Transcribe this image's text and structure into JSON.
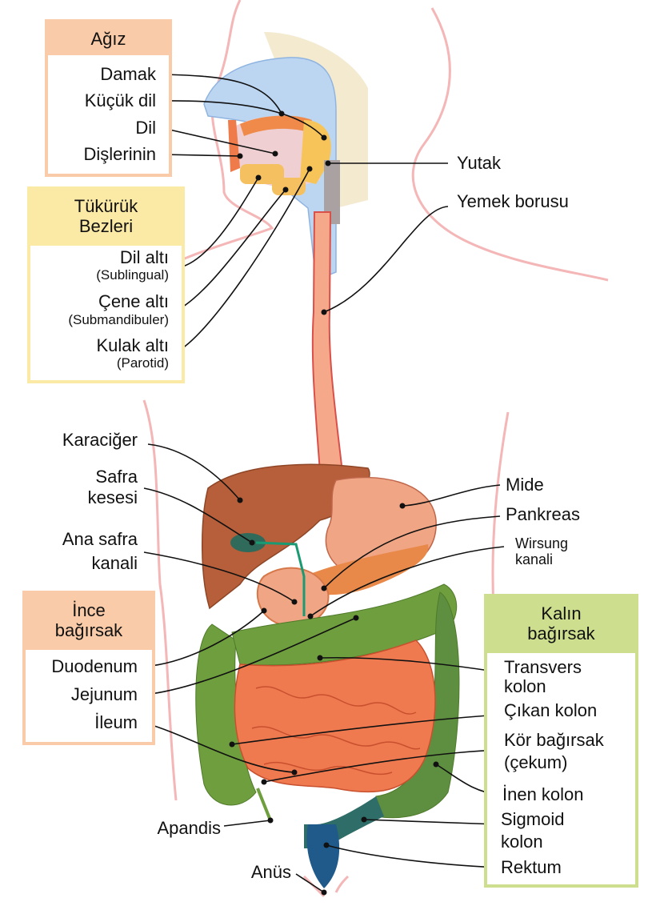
{
  "colors": {
    "mouth": "#f9cba8",
    "salivary": "#fbe9a6",
    "small_intestine": "#f9cba8",
    "large_intestine": "#cddf8f"
  },
  "mouth": {
    "title": "Ağız",
    "items": [
      "Damak",
      "Küçük dil",
      "Dil",
      "Dişlerinin"
    ]
  },
  "salivary": {
    "title_1": "Tükürük",
    "title_2": "Bezleri",
    "items": [
      {
        "name": "Dil altı",
        "latin": "(Sublingual)"
      },
      {
        "name": "Çene altı",
        "latin": "(Submandibuler)"
      },
      {
        "name": "Kulak altı",
        "latin": "(Parotid)"
      }
    ]
  },
  "throat": {
    "pharynx": "Yutak",
    "esophagus": "Yemek borusu"
  },
  "left_labels": {
    "liver": "Karaciğer",
    "gallbladder_1": "Safra",
    "gallbladder_2": "kesesi",
    "bile_duct_1": "Ana safra",
    "bile_duct_2": "kanali",
    "appendix": "Apandis",
    "anus": "Anüs"
  },
  "right_labels": {
    "stomach": "Mide",
    "pancreas": "Pankreas",
    "wirsung_1": "Wirsung",
    "wirsung_2": "kanali"
  },
  "small_intestine": {
    "title_1": "İnce",
    "title_2": "bağırsak",
    "items": [
      "Duodenum",
      "Jejunum",
      "İleum"
    ]
  },
  "large_intestine": {
    "title_1": "Kalın",
    "title_2": "bağırsak",
    "items": {
      "transverse_1": "Transvers",
      "transverse_2": "kolon",
      "ascending": "Çıkan kolon",
      "cecum_1": "Kör bağırsak",
      "cecum_2": "(çekum)",
      "descending": "İnen kolon",
      "sigmoid_1": "Sigmoid",
      "sigmoid_2": "kolon",
      "rectum": "Rektum"
    }
  }
}
